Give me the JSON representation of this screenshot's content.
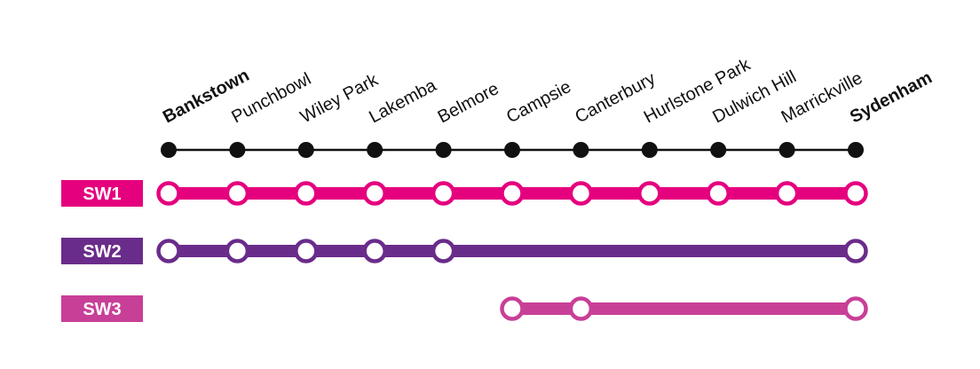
{
  "stations": [
    {
      "name": "Bankstown",
      "terminus": true
    },
    {
      "name": "Punchbowl",
      "terminus": false
    },
    {
      "name": "Wiley Park",
      "terminus": false
    },
    {
      "name": "Lakemba",
      "terminus": false
    },
    {
      "name": "Belmore",
      "terminus": false
    },
    {
      "name": "Campsie",
      "terminus": false
    },
    {
      "name": "Canterbury",
      "terminus": false
    },
    {
      "name": "Hurlstone Park",
      "terminus": false
    },
    {
      "name": "Dulwich Hill",
      "terminus": false
    },
    {
      "name": "Marrickville",
      "terminus": false
    },
    {
      "name": "Sydenham",
      "terminus": true
    }
  ],
  "routes": [
    {
      "label": "SW1",
      "color": "#e5007e",
      "stops": [
        0,
        1,
        2,
        3,
        4,
        5,
        6,
        7,
        8,
        9,
        10
      ]
    },
    {
      "label": "SW2",
      "color": "#6a2c8a",
      "stops": [
        0,
        1,
        2,
        3,
        4,
        10
      ]
    },
    {
      "label": "SW3",
      "color": "#c83f97",
      "stops": [
        5,
        6,
        10
      ]
    }
  ],
  "colors": {
    "spine": "#111111",
    "background": "#ffffff"
  }
}
